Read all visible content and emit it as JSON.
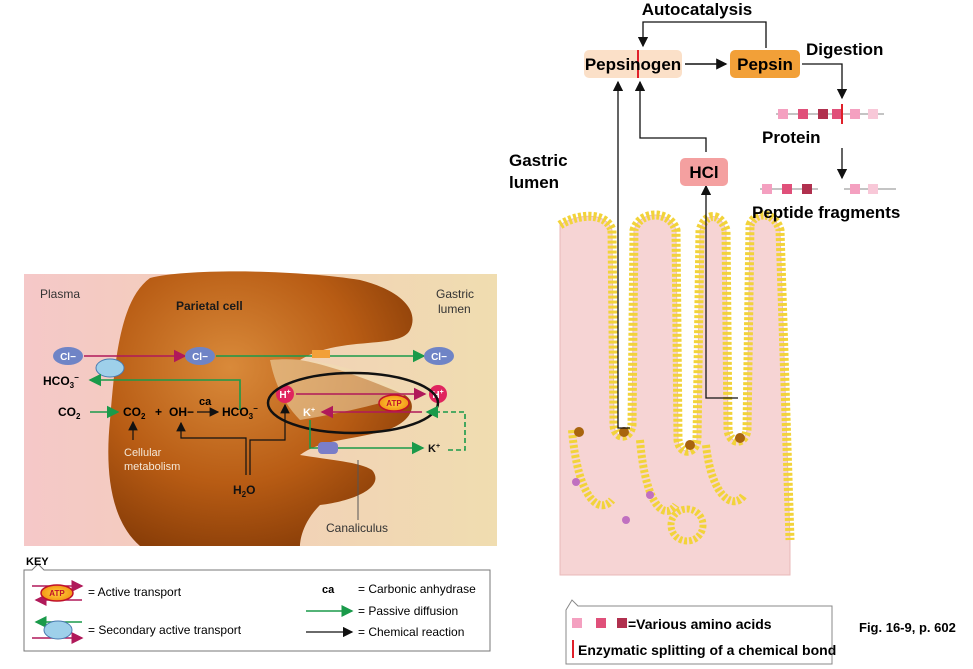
{
  "left_panel": {
    "plasma_label": "Plasma",
    "parietal_label": "Parietal cell",
    "gastric_lumen_label_1": "Gastric",
    "gastric_lumen_label_2": "lumen",
    "cl_ion": "Cl−",
    "hco3": "HCO",
    "hco3_sub": "3",
    "hco3_sup": "−",
    "co2": "CO",
    "co2_sub": "2",
    "plus": "+",
    "oh": "OH−",
    "ca": "ca",
    "h_ion": "H",
    "h_sup": "+",
    "k_ion": "K",
    "k_sup": "+",
    "atp": "ATP",
    "cellular_metabolism_1": "Cellular",
    "cellular_metabolism_2": "metabolism",
    "h2o": "H",
    "h2o_sub": "2",
    "h2o_o": "O",
    "canaliculus": "Canaliculus"
  },
  "key": {
    "title": "KEY",
    "active_transport": "= Active transport",
    "secondary_active": "= Secondary active transport",
    "ca": "ca",
    "carbonic_anhydrase": "= Carbonic anhydrase",
    "passive_diffusion": "= Passive diffusion",
    "chemical_reaction": "= Chemical reaction",
    "atp": "ATP"
  },
  "right_panel": {
    "autocatalysis": "Autocatalysis",
    "pepsinogen": "Pepsinogen",
    "pepsin": "Pepsin",
    "digestion": "Digestion",
    "protein": "Protein",
    "hcl": "HCl",
    "gastric_lumen_1": "Gastric",
    "gastric_lumen_2": "lumen",
    "peptide_fragments": "Peptide fragments",
    "legend_amino": "=Various amino acids",
    "legend_split": "Enzymatic splitting of a chemical bond",
    "fig_ref": "Fig. 16-9, p. 602"
  },
  "colors": {
    "plasma_bg": "#f5c8c8",
    "lumen_bg": "#f0ddb0",
    "cell_fill": "#b85c14",
    "cl_oval": "#6f84c6",
    "h_ion": "#e0245e",
    "passive_arrow": "#1a9a4a",
    "active_arrow": "#b0195a",
    "pepsinogen_box": "#fbe0c8",
    "pepsin_box": "#f2a038",
    "hcl_box": "#f4a0a0",
    "tissue_pink": "#f6d4d4",
    "epithelium_yellow": "#f2d33a"
  }
}
